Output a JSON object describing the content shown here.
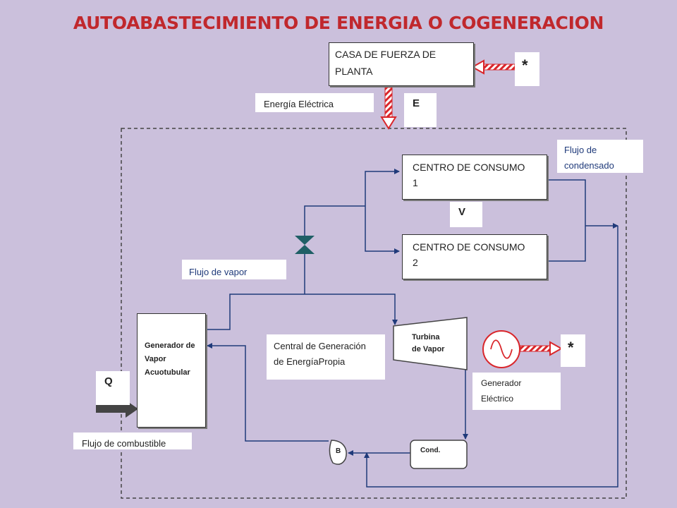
{
  "title": "AUTOABASTECIMIENTO DE ENERGIA O COGENERACION",
  "labels": {
    "casa_fuerza": "CASA DE FUERZA DE\nPLANTA",
    "asterisk_top": "*",
    "energia_electrica": "Energía Eléctrica",
    "e": "E",
    "flujo_condensado": "Flujo de\ncondensado",
    "centro1": "CENTRO DE CONSUMO\n1",
    "v": "V",
    "centro2": "CENTRO DE CONSUMO\n2",
    "flujo_vapor": "Flujo de vapor",
    "generador_vapor": "Generador de\nVapor\nAcuotubular",
    "central": "Central de Generación\nde EnergíaPropia",
    "turbina": "Turbina\nde Vapor",
    "asterisk_gen": "*",
    "generador_electrico": "Generador\nEléctrico",
    "q": "Q",
    "flujo_combustible": "Flujo de combustible",
    "b": "B",
    "cond": "Cond."
  },
  "colors": {
    "background": "#cbc0dc",
    "title": "#c0282d",
    "line": "#1f3a7a",
    "valve": "#1f5f66",
    "electric_arrow": "#d9262b",
    "fuel_arrow": "#444444"
  }
}
